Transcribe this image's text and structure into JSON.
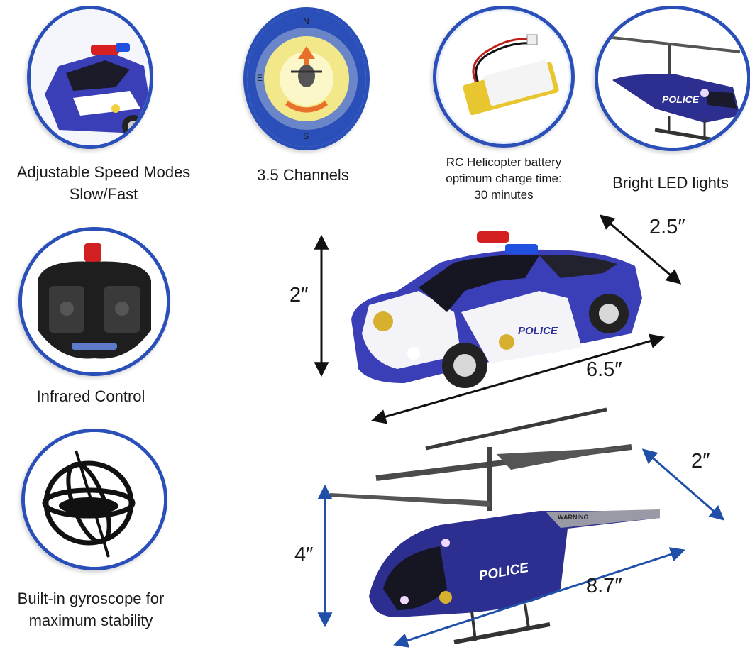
{
  "features": [
    {
      "icon": "police-car-icon",
      "lines": [
        "Adjustable Speed Modes",
        "Slow/Fast"
      ]
    },
    {
      "icon": "channels-icon",
      "lines": [
        "3.5 Channels"
      ],
      "compass": [
        "N",
        "E",
        "S"
      ]
    },
    {
      "icon": "battery-icon",
      "lines": [
        "RC Helicopter battery",
        "optimum charge time:",
        "30 minutes"
      ]
    },
    {
      "icon": "helicopter-lights-icon",
      "lines": [
        "Bright LED lights"
      ]
    },
    {
      "icon": "remote-control-icon",
      "lines": [
        "Infrared Control"
      ]
    },
    {
      "icon": "gyroscope-icon",
      "lines": [
        "Built-in gyroscope for",
        "maximum stability"
      ]
    }
  ],
  "car": {
    "badge_text": "POLICE",
    "dimensions": {
      "height": "2″",
      "width": "2.5″",
      "length": "6.5″"
    }
  },
  "helicopter": {
    "body_text": "POLICE",
    "tail_text": "WARNING",
    "dimensions": {
      "height": "4″",
      "width": "2″",
      "length": "8.7″"
    }
  },
  "colors": {
    "accent": "#2a4fb8",
    "car_body": "#3a3fb8",
    "heli_body": "#2c2f8f",
    "arrow_car": "#111111",
    "arrow_heli": "#1f4fa8"
  }
}
